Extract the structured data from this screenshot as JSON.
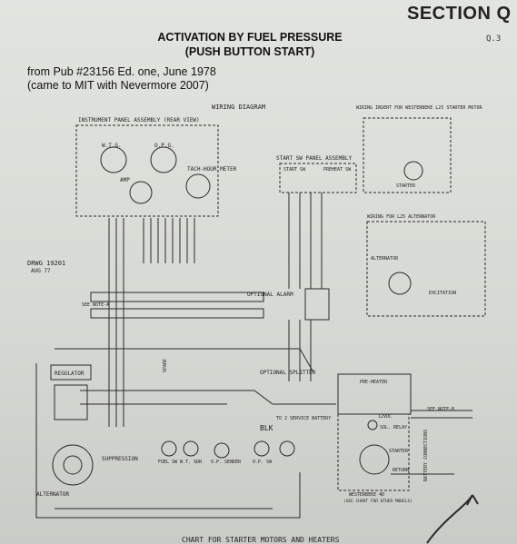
{
  "header": {
    "section": "SECTION Q",
    "page_ref": "Q.3",
    "title_line1": "ACTIVATION BY FUEL PRESSURE",
    "title_line2": "(PUSH BUTTON START)"
  },
  "note": {
    "line1": "from Pub #23156 Ed. one, June 1978",
    "line2": "(came to MIT with Nevermore 2007)"
  },
  "diagram": {
    "main_title": "WIRING DIAGRAM",
    "panel_title": "INSTRUMENT PANEL ASSEMBLY (REAR VIEW)",
    "wtg": "W.T.G.",
    "opg": "O.P.G.",
    "tach": "TACH-HOUR METER",
    "amp": "AMP",
    "drwg": "DRWG 19201",
    "drwg_date": "AUG 77",
    "start_panel": "START SW PANEL ASSEMBLY",
    "start_sw": "START SW",
    "preheat_sw": "PREHEAT SW",
    "alarm": "OPTIONAL ALARM",
    "splitter": "OPTIONAL SPLITTER",
    "service_battery": "TO 2 SERVICE BATTERY",
    "regulator": "REGULATOR",
    "suppression": "SUPPRESSION",
    "fuel_sw": "FUEL SW",
    "wt_sdr": "W.T. SDR",
    "op_sender": "O.P. SENDER",
    "op_sw": "O.P. SW",
    "alternator": "ALTERNATOR",
    "preheater": "PRE-HEATER",
    "sol_relay": "SOL. RELAY",
    "starter": "STARTER",
    "return": "RETURN",
    "twelve_vdc": "12VDC",
    "battery_conn": "BATTERY CONNECTIONS",
    "westerbeke": "WESTERBEKE 4D",
    "see_chart": "(SEE CHART FOR OTHER MODELS)",
    "insert_title": "WIRING INSERT FOR WESTERBEKE L25 STARTER MOTOR",
    "insert_starter": "STARTER",
    "alt_insert_title": "WIRING FOR L25 ALTERNATOR",
    "alt_insert_alt": "ALTERNATOR",
    "excitation": "EXCITATION",
    "see_note_a": "SEE NOTE-A",
    "see_note_b": "SEE NOTE-B",
    "blk": "BLK",
    "spare": "SPARE",
    "bottom_text": "CHART FOR STARTER MOTORS AND HEATERS"
  }
}
